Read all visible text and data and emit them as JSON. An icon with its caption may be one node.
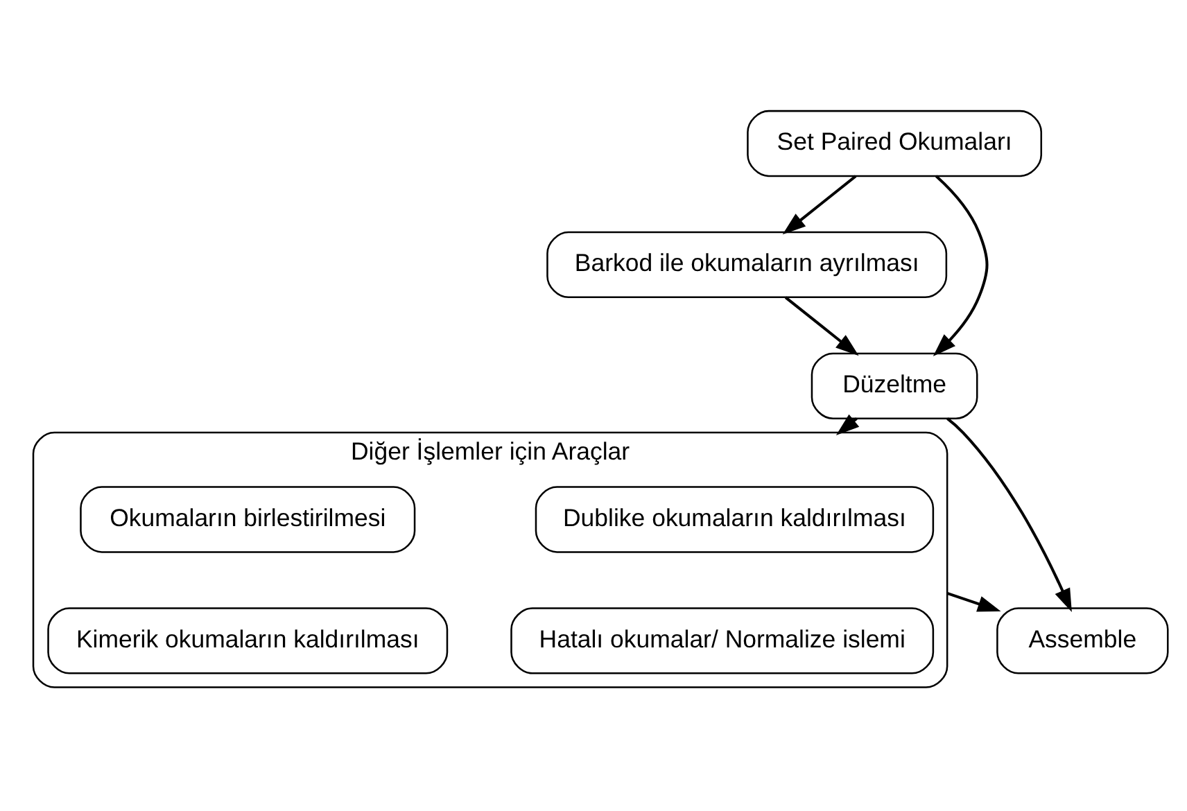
{
  "diagram": {
    "nodes": [
      {
        "text": [
          "Set Paired Okumaları"
        ]
      },
      {
        "text": [
          "Barkod ile okumaların ayrılması"
        ]
      },
      {
        "text": [
          "Düzeltme"
        ]
      },
      {
        "text": [
          "Diğer İşlemler için Araçlar"
        ]
      },
      {
        "text": [
          "Dublike okumaların kaldırılması"
        ],
        "in": 3
      },
      {
        "text": [
          "Okumaların birlestirilmesi"
        ],
        "in": 3
      },
      {
        "text": [
          "Hatalı okumalar/ Normalize islemi"
        ],
        "in": 3
      },
      {
        "text": [
          "Kimerik okumaların kaldırılması"
        ],
        "in": 3
      },
      {
        "text": [
          "Assemble"
        ]
      }
    ],
    "edges": [
      {
        "from": 0,
        "to": 1,
        "arrow": "to"
      },
      {
        "from": 0,
        "to": 2,
        "arrow": "to"
      },
      {
        "from": 1,
        "to": 2,
        "arrow": "to"
      },
      {
        "from": 2,
        "to": 3,
        "arrow": "to"
      },
      {
        "from": 2,
        "to": 8,
        "arrow": "to"
      },
      {
        "from": 3,
        "to": 8,
        "arrow": "to"
      }
    ]
  }
}
